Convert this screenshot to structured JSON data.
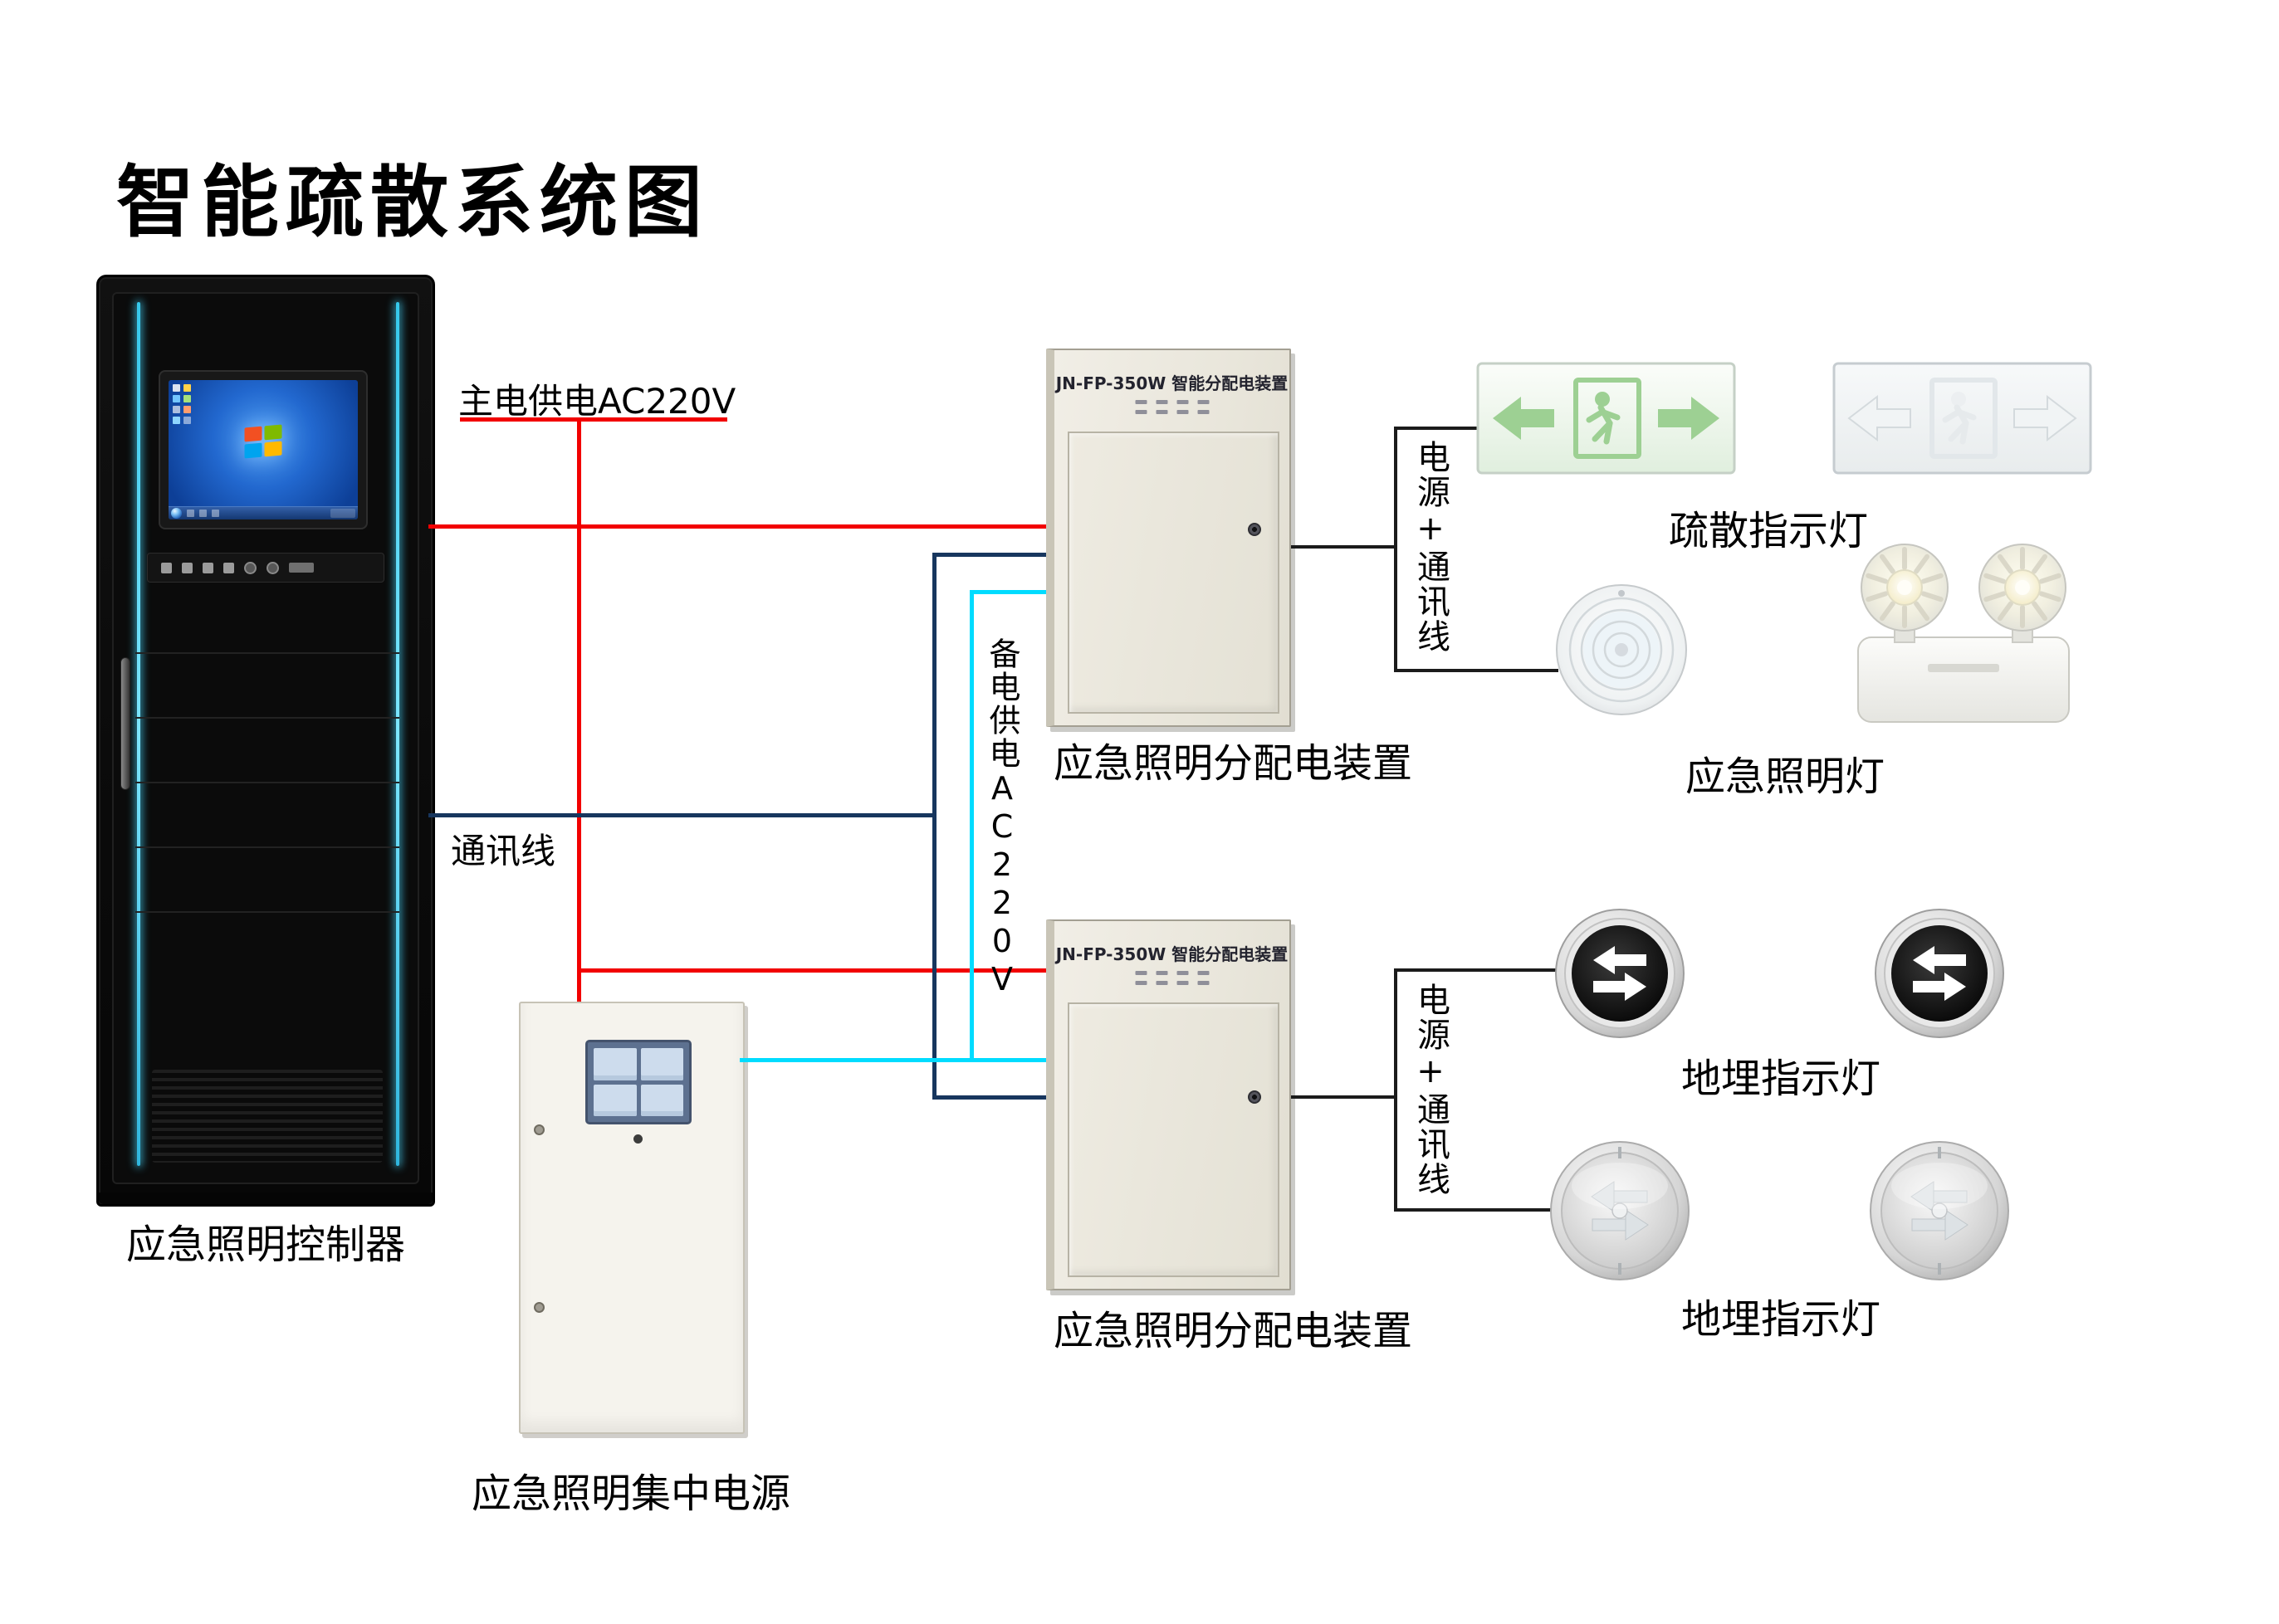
{
  "title": "智能疏散系统图",
  "cabinet": {
    "label": "应急照明控制器"
  },
  "central_power": {
    "label": "应急照明集中电源"
  },
  "dist_box_1": {
    "panel_title": "JN-FP-350W 智能分配电装置",
    "label": "应急照明分配电装置"
  },
  "dist_box_2": {
    "panel_title": "JN-FP-350W 智能分配电装置",
    "label": "应急照明分配电装置"
  },
  "wires": {
    "main_power": "主电供电AC220V",
    "comm": "通讯线",
    "backup_power": "备电供电AC220V",
    "power_comm_1": "电源+通讯线",
    "power_comm_2": "电源+通讯线",
    "colors": {
      "main": "#f20000",
      "comm": "#17365e",
      "backup": "#00dcff",
      "bracket": "#1b1b1b"
    }
  },
  "devices": {
    "exit_sign": {
      "label": "疏散指示灯"
    },
    "emergency_light": {
      "label": "应急照明灯"
    },
    "ground_light_row1": {
      "label": "地埋指示灯"
    },
    "ground_light_row2": {
      "label": "地埋指示灯"
    }
  }
}
